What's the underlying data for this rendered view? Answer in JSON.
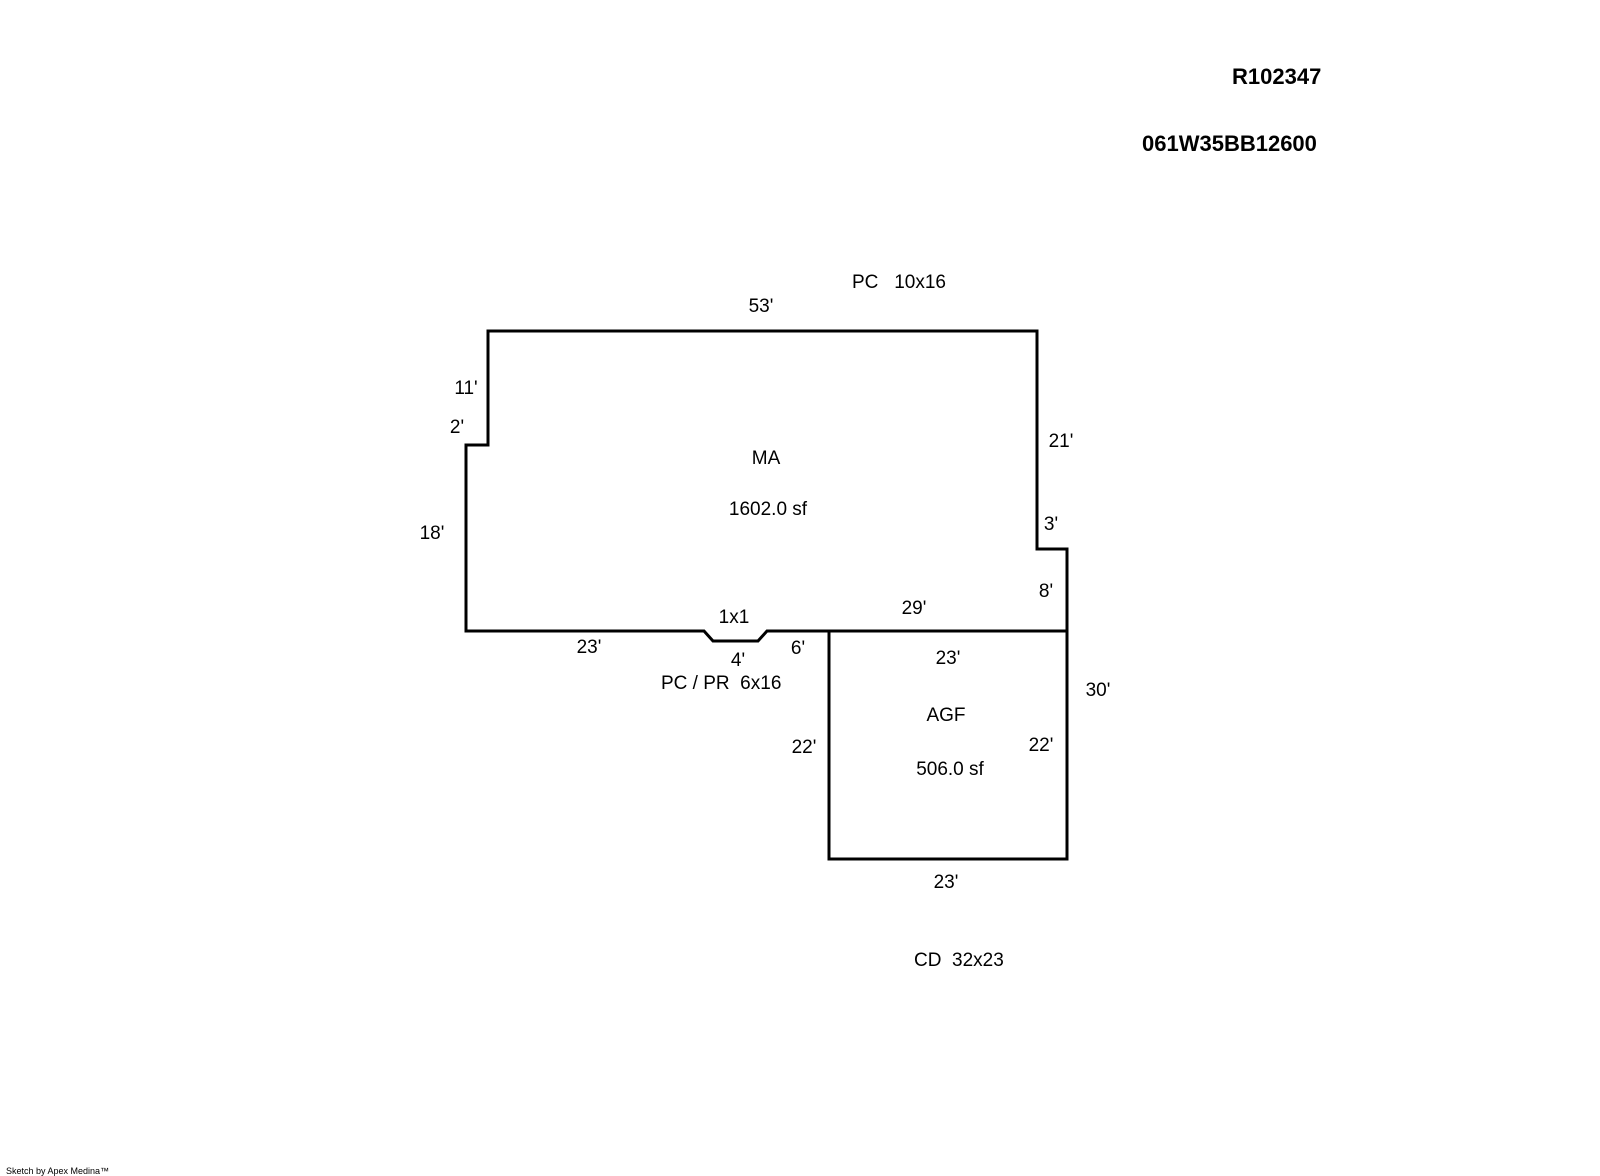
{
  "header": {
    "record_id": "R102347",
    "parcel_id": "061W35BB12600"
  },
  "colors": {
    "line": "#000000",
    "text": "#000000",
    "background": "#ffffff"
  },
  "areas": {
    "main": {
      "code": "MA",
      "area": "1602.0 sf"
    },
    "garage": {
      "code": "AGF",
      "area": "506.0 sf"
    }
  },
  "notes": {
    "porch_top": "PC   10x16",
    "porch_front": "PC / PR  6x16",
    "deck": "CD  32x23",
    "bay": "1x1"
  },
  "dimensions": {
    "top": "53'",
    "left_upper": "11'",
    "left_jog": "2'",
    "left_lower": "18'",
    "right_upper": "21'",
    "right_jog": "3'",
    "right_lower": "8'",
    "bottom_left": "23'",
    "bay_width": "4'",
    "bottom_mid": "6'",
    "garage_top_outer": "29'",
    "garage_top_inner": "23'",
    "garage_right_outer": "30'",
    "garage_left": "22'",
    "garage_right_inner": "22'",
    "garage_bottom": "23'"
  },
  "footer": {
    "credit": "Sketch by Apex Medina™"
  }
}
